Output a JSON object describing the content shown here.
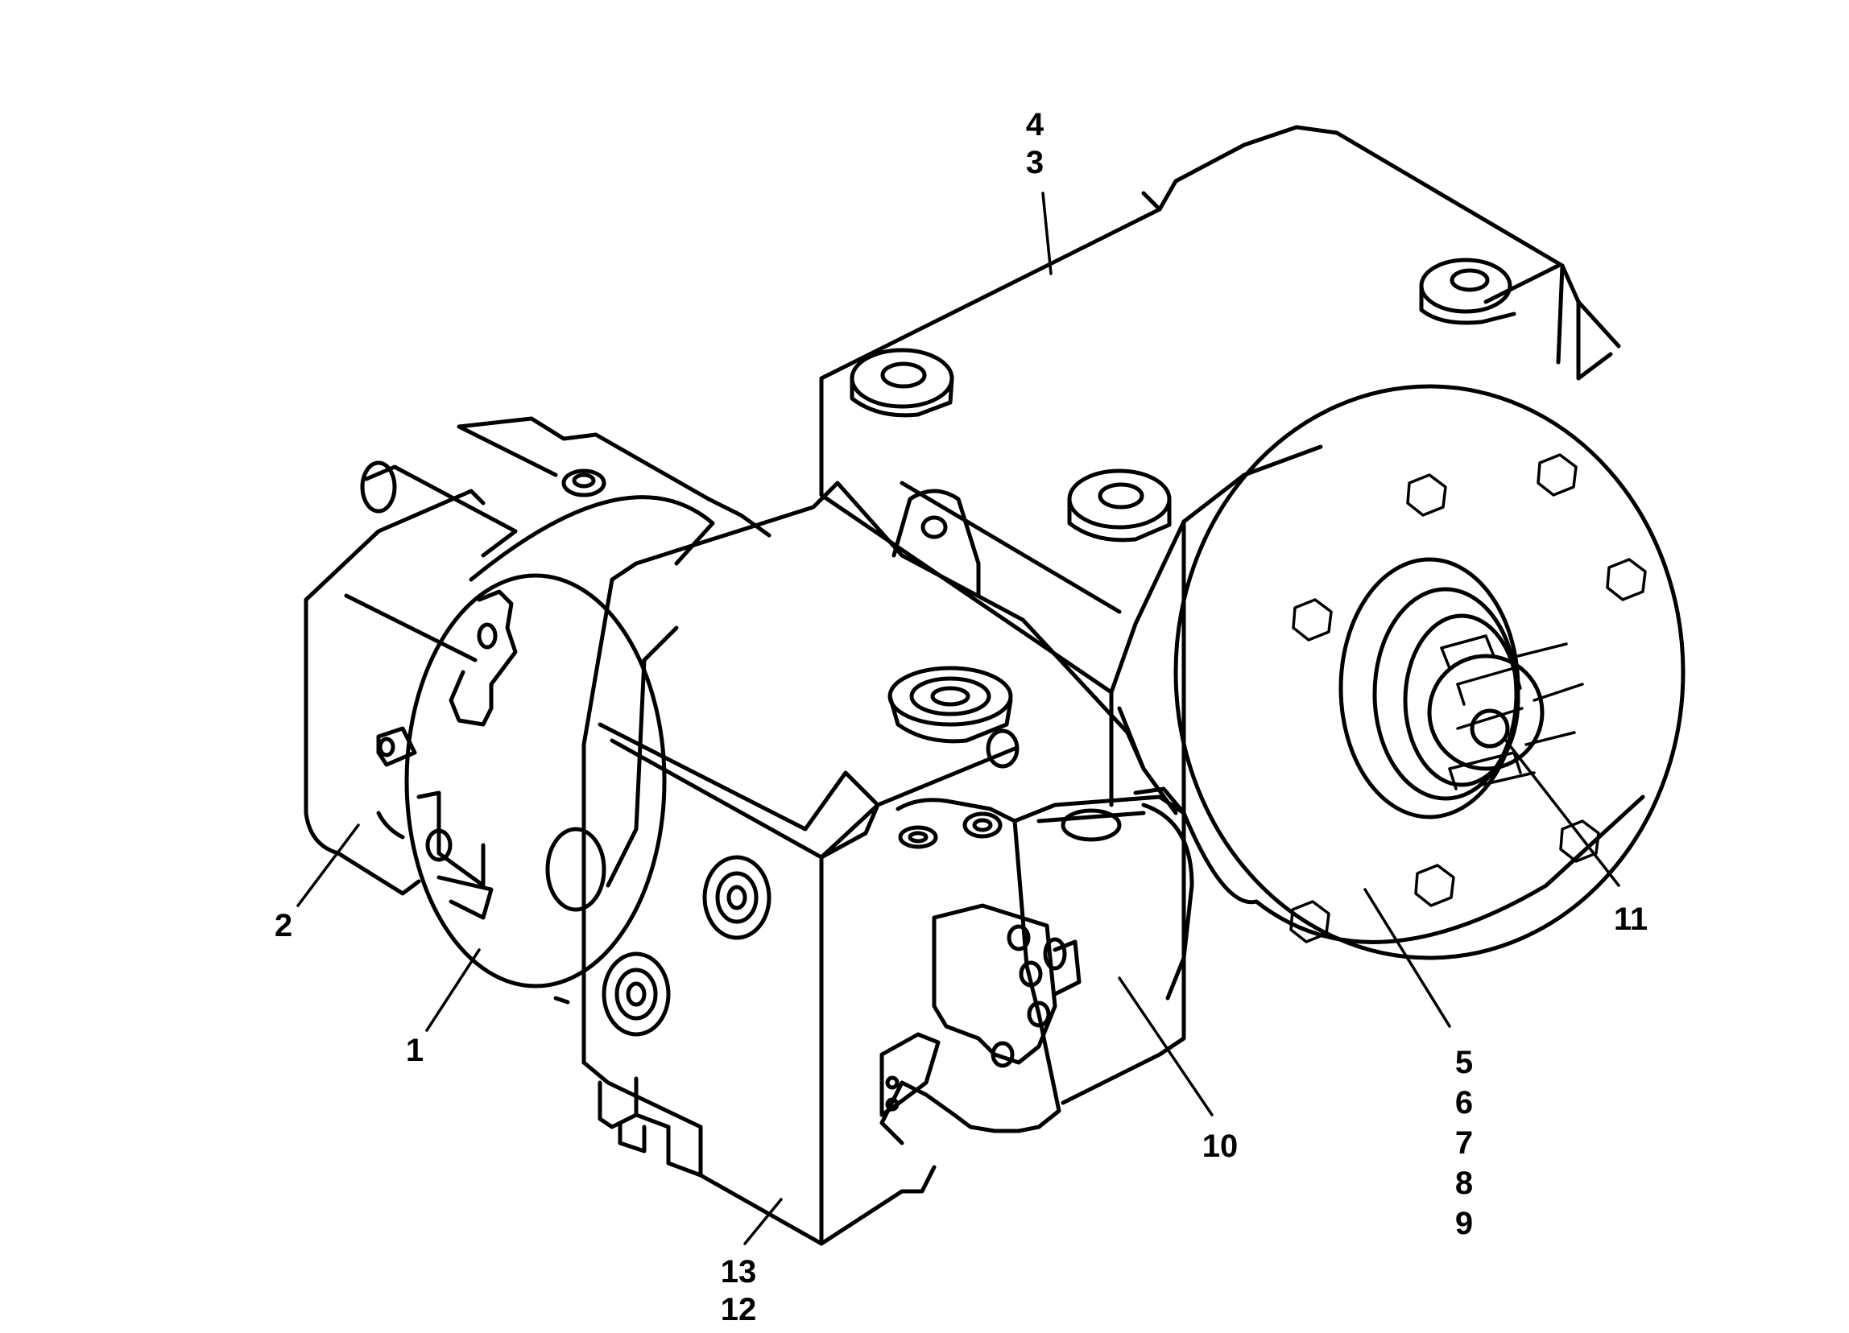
{
  "diagram": {
    "colors": {
      "line": "#000000",
      "background": "#ffffff"
    },
    "callouts": [
      {
        "id": "c1",
        "label": "1"
      },
      {
        "id": "c2",
        "label": "2"
      },
      {
        "id": "c3",
        "label": "3"
      },
      {
        "id": "c4",
        "label": "4"
      },
      {
        "id": "c5",
        "label": "5"
      },
      {
        "id": "c6",
        "label": "6"
      },
      {
        "id": "c7",
        "label": "7"
      },
      {
        "id": "c8",
        "label": "8"
      },
      {
        "id": "c9",
        "label": "9"
      },
      {
        "id": "c10",
        "label": "10"
      },
      {
        "id": "c11",
        "label": "11"
      },
      {
        "id": "c12",
        "label": "12"
      },
      {
        "id": "c13",
        "label": "13"
      }
    ]
  }
}
